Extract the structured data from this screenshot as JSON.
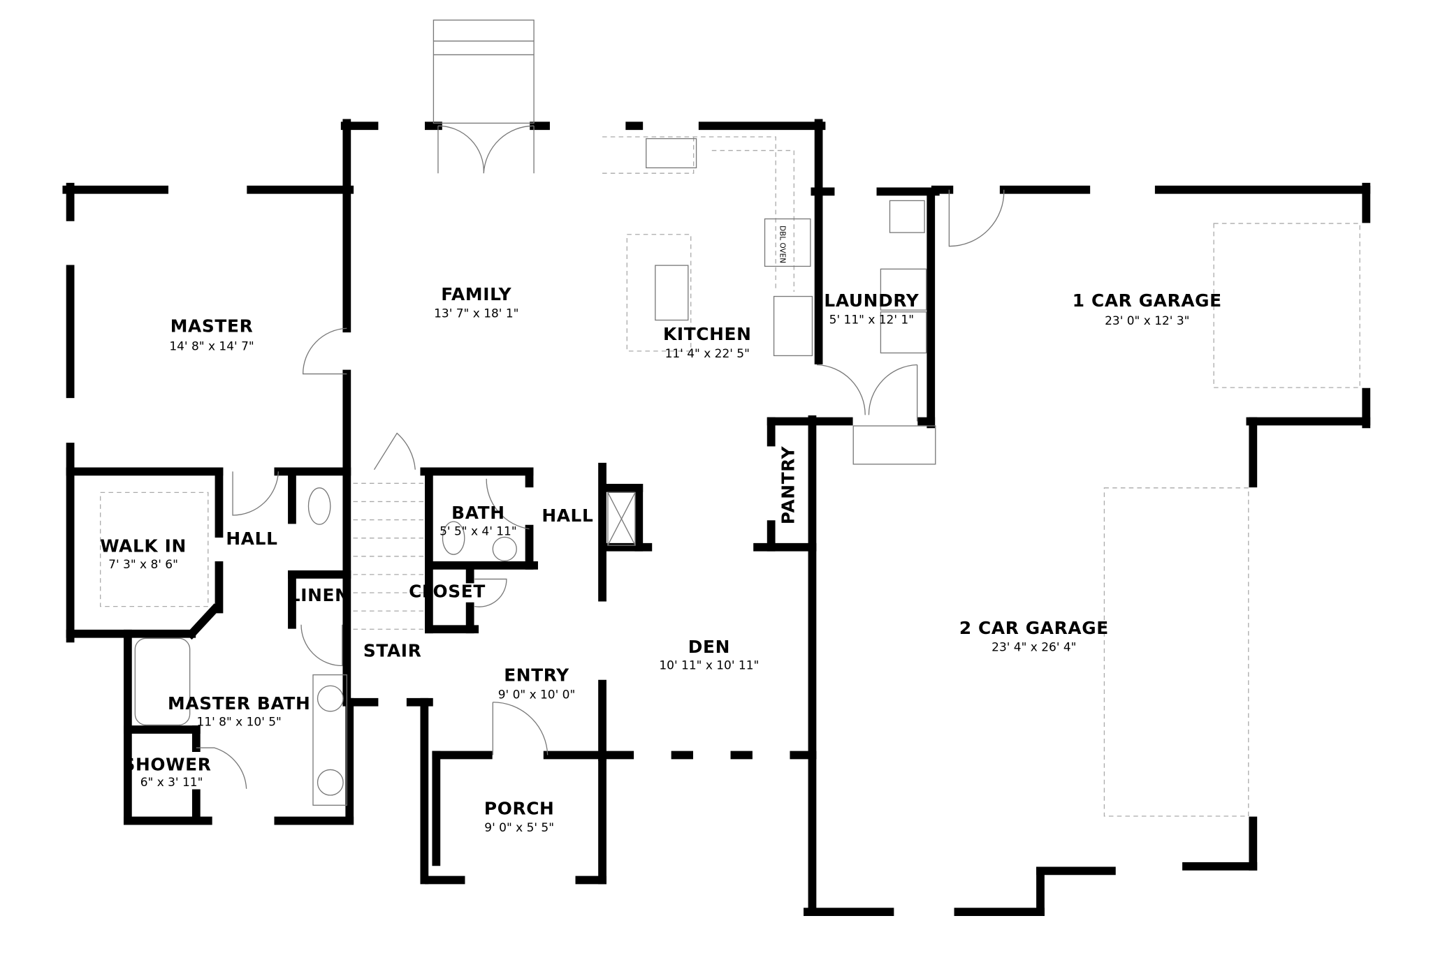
{
  "rooms": {
    "master": {
      "name": "MASTER",
      "size": "14' 8\" x 14' 7\""
    },
    "family": {
      "name": "FAMILY",
      "size": "13' 7\" x 18' 1\""
    },
    "kitchen": {
      "name": "KITCHEN",
      "size": "11' 4\" x 22' 5\""
    },
    "laundry": {
      "name": "LAUNDRY",
      "size": "5' 11\" x 12' 1\""
    },
    "garage1": {
      "name": "1 CAR GARAGE",
      "size": "23' 0\" x 12' 3\""
    },
    "pantry": {
      "name": "PANTRY"
    },
    "bath": {
      "name": "BATH",
      "size": "5' 5\" x 4' 11\""
    },
    "hall_center": {
      "name": "HALL"
    },
    "hall_master": {
      "name": "HALL"
    },
    "walkin": {
      "name": "WALK IN",
      "size": "7' 3\" x 8' 6\""
    },
    "linen": {
      "name": "LINEN"
    },
    "closet": {
      "name": "CLOSET"
    },
    "stair": {
      "name": "STAIR"
    },
    "den": {
      "name": "DEN",
      "size": "10' 11\" x 10' 11\""
    },
    "entry": {
      "name": "ENTRY",
      "size": "9' 0\" x 10' 0\""
    },
    "master_bath": {
      "name": "MASTER BATH",
      "size": "11' 8\" x 10' 5\""
    },
    "shower": {
      "name": "SHOWER",
      "size": "6\" x 3' 11\""
    },
    "garage2": {
      "name": "2 CAR GARAGE",
      "size": "23' 4\" x 26' 4\""
    },
    "porch": {
      "name": "PORCH",
      "size": "9' 0\" x 5' 5\""
    }
  },
  "fixtures": {
    "double_oven": "DBL OVEN"
  },
  "colors": {
    "wall": "#000000",
    "fixture": "#777777"
  }
}
